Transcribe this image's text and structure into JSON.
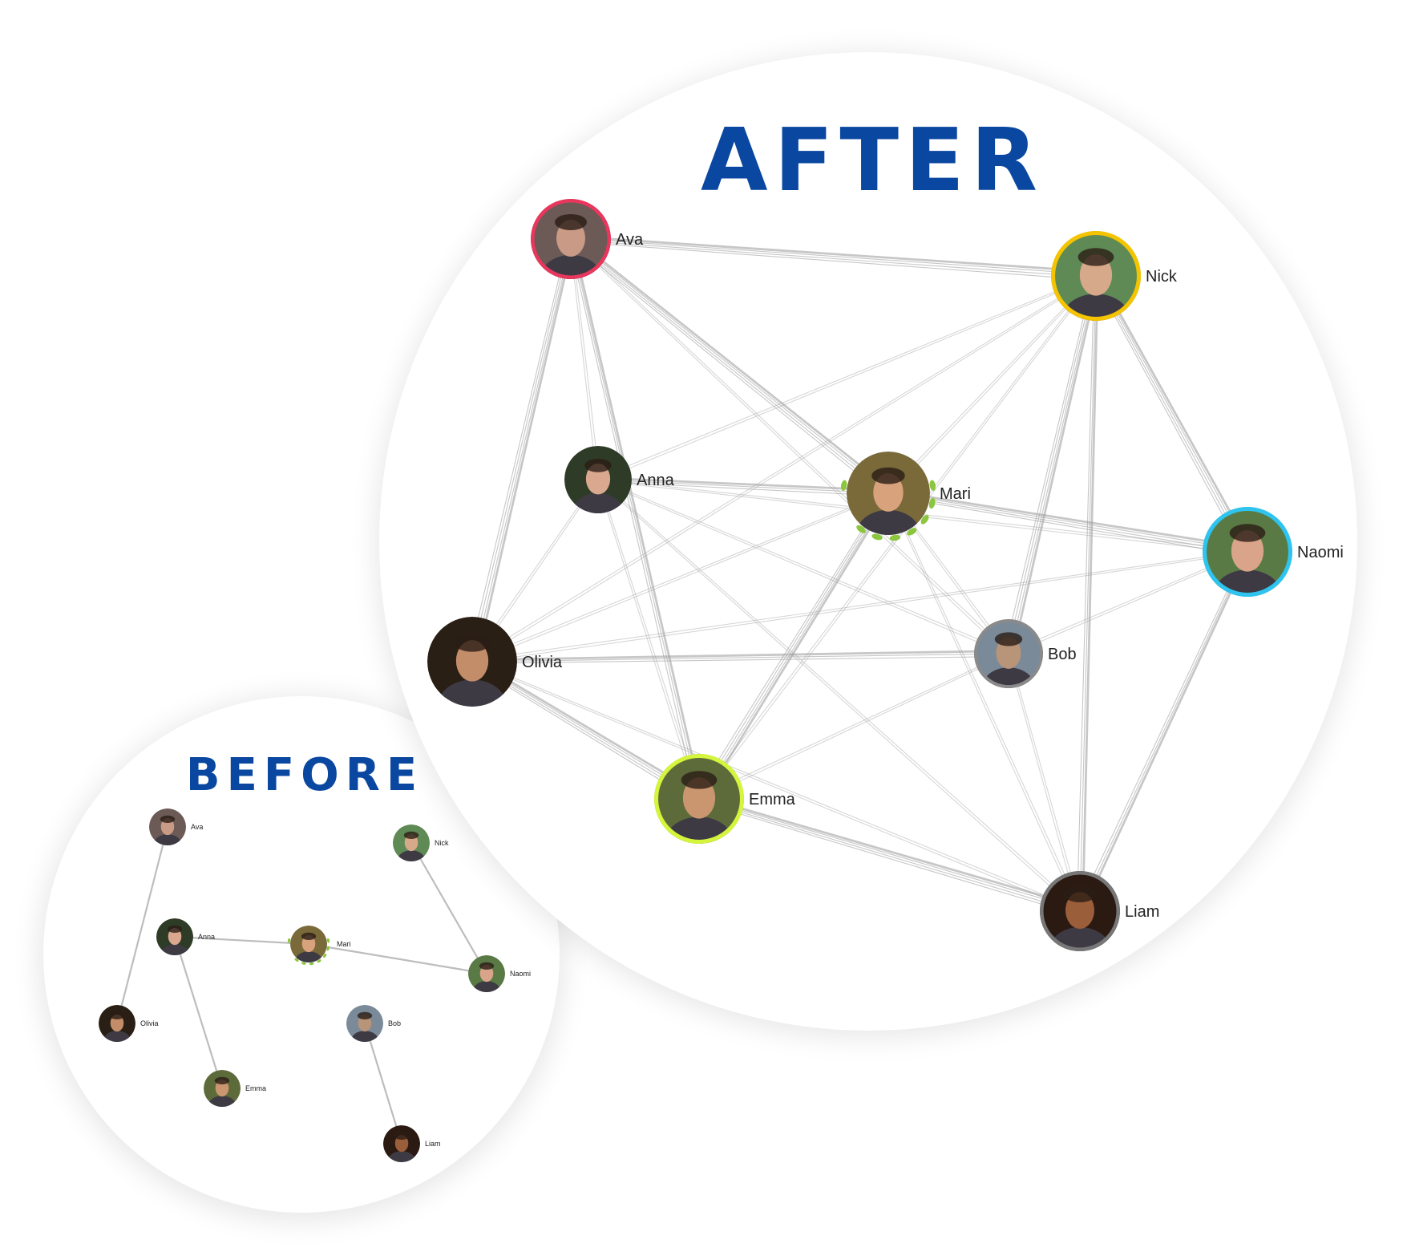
{
  "after": {
    "title": "AFTER",
    "nodes": [
      {
        "id": "ava",
        "name": "Ava",
        "ring": "#e8365d",
        "skin": "#c99a85",
        "bg": "#6b5a55"
      },
      {
        "id": "nick",
        "name": "Nick",
        "ring": "#f5c400",
        "skin": "#d7a98b",
        "bg": "#5f8a55"
      },
      {
        "id": "anna",
        "name": "Anna",
        "ring": "none",
        "skin": "#d9a88f",
        "bg": "#2e3b26"
      },
      {
        "id": "mari",
        "name": "Mari",
        "ring": "laurel",
        "skin": "#d8a27d",
        "bg": "#7a6a3a"
      },
      {
        "id": "naomi",
        "name": "Naomi",
        "ring": "#2ec4f0",
        "skin": "#d9a48a",
        "bg": "#5a7a45"
      },
      {
        "id": "olivia",
        "name": "Olivia",
        "ring": "none",
        "skin": "#c48d6a",
        "bg": "#2a1f14"
      },
      {
        "id": "bob",
        "name": "Bob",
        "ring": "#8a8a8a",
        "skin": "#b89478",
        "bg": "#7b8a99"
      },
      {
        "id": "emma",
        "name": "Emma",
        "ring": "#d4f53c",
        "skin": "#c9966f",
        "bg": "#5d6b3a"
      },
      {
        "id": "liam",
        "name": "Liam",
        "ring": "#777777",
        "skin": "#9a5e3a",
        "bg": "#2a1a12"
      }
    ],
    "edges": [
      [
        "ava",
        "nick",
        3
      ],
      [
        "ava",
        "mari",
        3
      ],
      [
        "ava",
        "olivia",
        3
      ],
      [
        "ava",
        "anna",
        1
      ],
      [
        "ava",
        "emma",
        2
      ],
      [
        "ava",
        "bob",
        1
      ],
      [
        "nick",
        "naomi",
        3
      ],
      [
        "nick",
        "bob",
        3
      ],
      [
        "nick",
        "liam",
        2
      ],
      [
        "nick",
        "mari",
        1
      ],
      [
        "nick",
        "anna",
        1
      ],
      [
        "nick",
        "olivia",
        1
      ],
      [
        "nick",
        "emma",
        1
      ],
      [
        "anna",
        "mari",
        2
      ],
      [
        "anna",
        "naomi",
        1
      ],
      [
        "anna",
        "olivia",
        1
      ],
      [
        "anna",
        "emma",
        1
      ],
      [
        "anna",
        "bob",
        1
      ],
      [
        "anna",
        "liam",
        1
      ],
      [
        "mari",
        "naomi",
        3
      ],
      [
        "mari",
        "emma",
        3
      ],
      [
        "mari",
        "bob",
        1
      ],
      [
        "mari",
        "olivia",
        1
      ],
      [
        "mari",
        "liam",
        1
      ],
      [
        "naomi",
        "bob",
        1
      ],
      [
        "naomi",
        "liam",
        2
      ],
      [
        "naomi",
        "olivia",
        1
      ],
      [
        "olivia",
        "bob",
        2
      ],
      [
        "olivia",
        "emma",
        3
      ],
      [
        "olivia",
        "liam",
        1
      ],
      [
        "bob",
        "emma",
        1
      ],
      [
        "bob",
        "liam",
        1
      ],
      [
        "emma",
        "liam",
        3
      ]
    ]
  },
  "before": {
    "title": "BEFORE",
    "edges": [
      [
        "ava",
        "olivia"
      ],
      [
        "anna",
        "mari"
      ],
      [
        "mari",
        "naomi"
      ],
      [
        "anna",
        "emma"
      ],
      [
        "nick",
        "naomi"
      ],
      [
        "bob",
        "liam"
      ]
    ]
  }
}
